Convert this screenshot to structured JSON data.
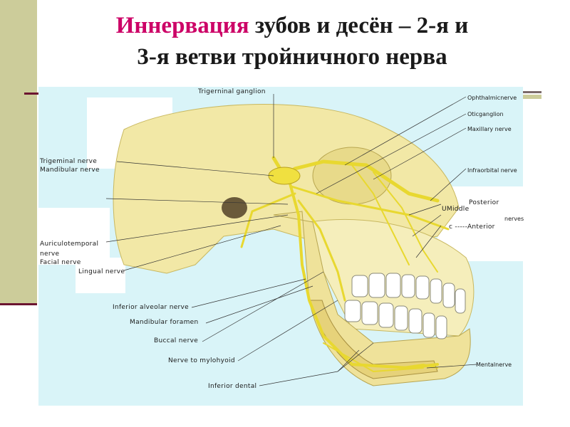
{
  "title": {
    "highlight": "Иннервация",
    "line1_rest": " зубов и десён – 2-я и",
    "line2": "3-я ветви тройничного нерва"
  },
  "labels": {
    "trigeminal_ganglion": "Trigerninal ganglion",
    "ophthalmic_nerve": "Ophthalmicnerve",
    "otic_ganglion": "Oticganglion",
    "maxillary_nerve": "Maxillary nerve",
    "trigeminal_nerve": "Trigeminal nerve",
    "mandibular_nerve": "Mandibular nerve",
    "infraorbital_nerve": "Infraorbital nerve",
    "posterior": "Posterior",
    "middle": "UMiddle",
    "nerves": "nerves",
    "anterior": "c -----Anterior",
    "auriculotemporal": "Auriculotemporal",
    "auriculotemporal_nerve": "nerve",
    "facial_nerve": "Facial nerve",
    "lingual_nerve": "Lingual nerve",
    "inferior_alveolar_nerve": "Inferior alveolar nerve",
    "mandibular_foramen": "Mandibular foramen",
    "buccal_nerve": "Buccal nerve",
    "nerve_to_mylohyoid": "Nerve to mylohyoid",
    "inferior_dental": "Inferior dental",
    "mental_nerve": "Mentalnerve"
  },
  "colors": {
    "title_highlight": "#cc0066",
    "sidebar": "#cccc9a",
    "accent_line": "#6b1430",
    "figure_background": "#d9f4f8",
    "bone": "#f2e8a6",
    "nerve": "#f0e040"
  }
}
